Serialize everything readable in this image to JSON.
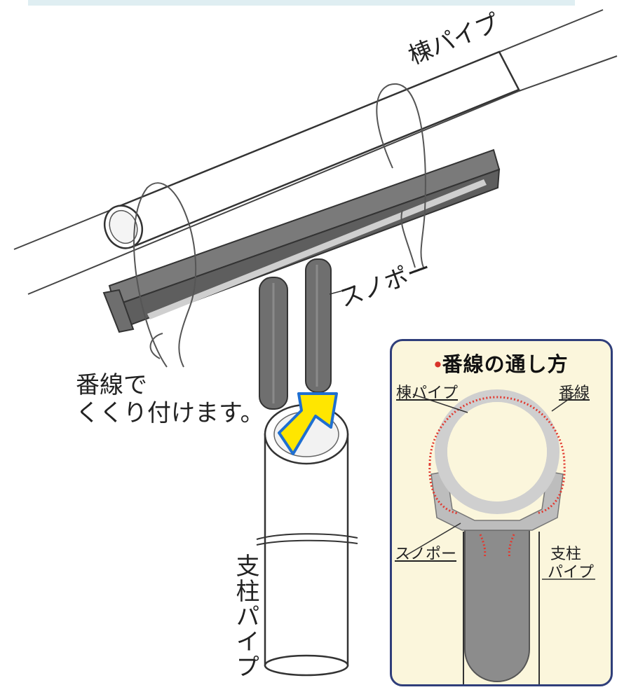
{
  "labels": {
    "ridge_pipe": "棟パイプ",
    "snopo": "スノポー",
    "wire_instruction_line1": "番線で",
    "wire_instruction_line2": "くくり付けます。",
    "support_pipe": "支柱パイプ"
  },
  "inset": {
    "bullet": "•",
    "title": "番線の通し方",
    "ridge_pipe": "棟パイプ",
    "wire": "番線",
    "snopo": "スノポー",
    "support_pipe_line1": "支柱",
    "support_pipe_line2": "パイプ"
  },
  "colors": {
    "inset_background": "#fbf6dc",
    "inset_border": "#2f3e7a",
    "bracket": "#6b6b6b",
    "arrow_fill": "#ffe600",
    "arrow_outline": "#1f6fd1",
    "wire_dots": "#e2392f"
  }
}
